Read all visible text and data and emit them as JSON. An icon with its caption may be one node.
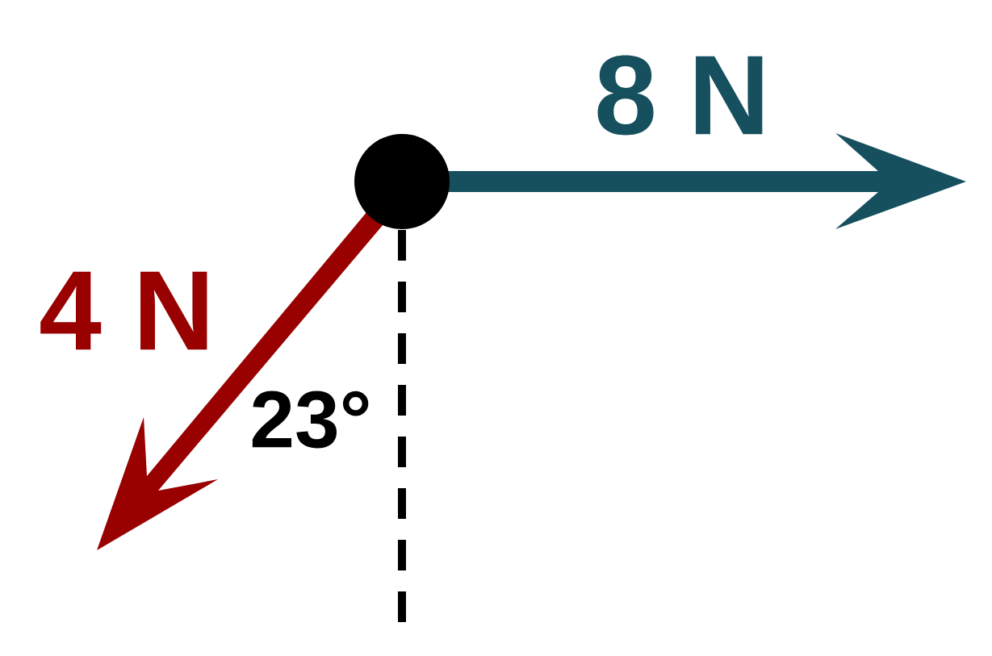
{
  "diagram": {
    "labels": [
      "8 N",
      "4 N",
      "23°"
    ]
  }
}
